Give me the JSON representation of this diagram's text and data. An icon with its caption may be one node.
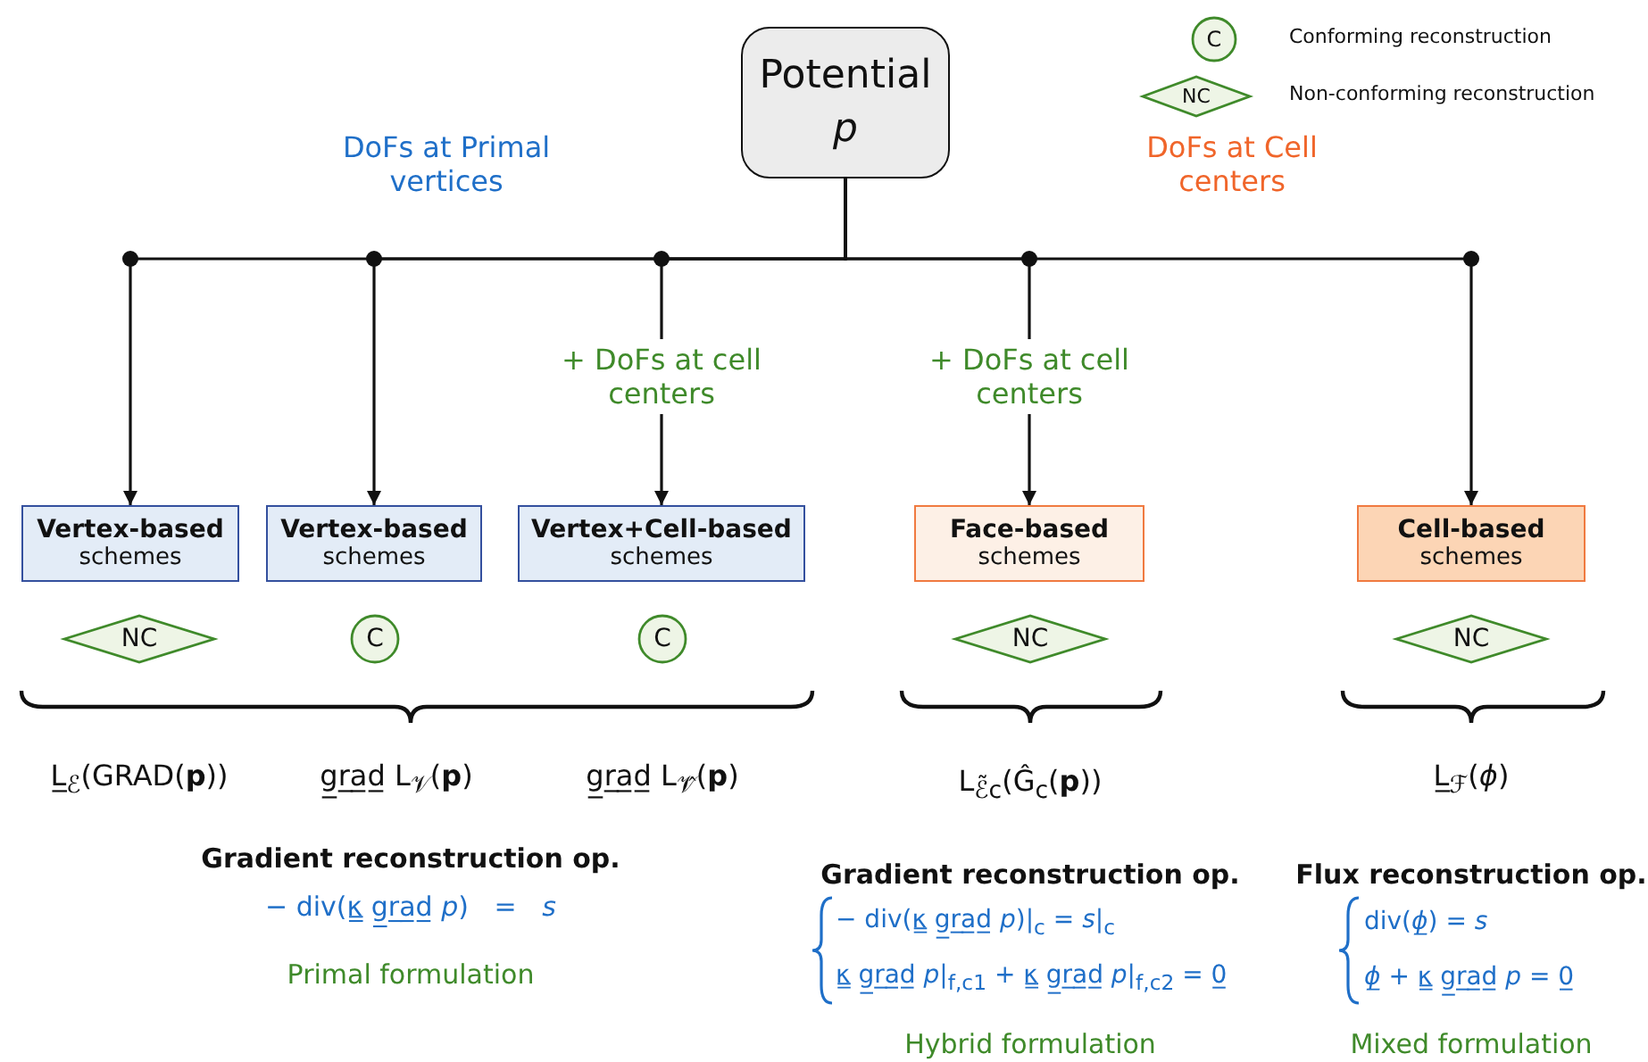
{
  "diagram": {
    "nodes": [
      {
        "text": [
          "Potential *p*"
        ]
      },
      {
        "text": [
          "Vertex-based",
          "schemes"
        ]
      },
      {
        "text": [
          "Vertex-based",
          "schemes"
        ]
      },
      {
        "text": [
          "Vertex+Cell-based",
          "schemes"
        ]
      },
      {
        "text": [
          "Face-based",
          "schemes"
        ]
      },
      {
        "text": [
          "Cell-based",
          "schemes"
        ]
      },
      {
        "text": [
          "NC"
        ]
      },
      {
        "text": [
          "C"
        ]
      },
      {
        "text": [
          "C"
        ]
      },
      {
        "text": [
          "NC"
        ]
      },
      {
        "text": [
          "NC"
        ]
      }
    ],
    "edges": [
      {
        "from": 0,
        "to": 1,
        "arrow": "to"
      },
      {
        "from": 0,
        "to": 2,
        "arrow": "to"
      },
      {
        "from": 0,
        "to": 3,
        "arrow": "to",
        "label": "+ DoFs at cell centers"
      },
      {
        "from": 0,
        "to": 4,
        "arrow": "to",
        "label": "+ DoFs at cell centers"
      },
      {
        "from": 0,
        "to": 5,
        "arrow": "to"
      }
    ],
    "labels": [
      "C",
      "NC",
      "DoFs at Primal vertices",
      "DoFs at Cell centers",
      "L̲$_{ℰ}$(GRAD(**p**))",
      "g̲r̲a̲d̲ L$_{𝒱}$(**p**)",
      "g̲r̲a̲d̲ L$_{𝒱̂}$(**p**)",
      "L$_{ℰ̃c}$(Ĝ$_{c}$(**p**))",
      "L̲$_{ℱ}$(*ϕ*)",
      "Gradient reconstruction op.",
      "− div(κ̳ g̲r̲a̲d̲ *p*)   =   *s*",
      "Primal formulation",
      "Gradient reconstruction op.",
      "− div(κ̳ g̲r̲a̲d̲ *p*)|$_{c}$ = *s*|$_{c}$",
      "κ̳ g̲r̲a̲d̲ *p*|$_{f,c1}$ + κ̳ g̲r̲a̲d̲ *p*|$_{f,c2}$ = 0̲",
      "Hybrid formulation",
      "Flux reconstruction op.",
      "div(*ϕ̲*) = *s*",
      "*ϕ̲* + κ̳ g̲r̲a̲d̲ *p* = 0̲",
      "Mixed formulation"
    ],
    "legend": [
      {
        "text": "Conforming reconstruction"
      },
      {
        "text": "Non-conforming reconstruction"
      }
    ]
  }
}
